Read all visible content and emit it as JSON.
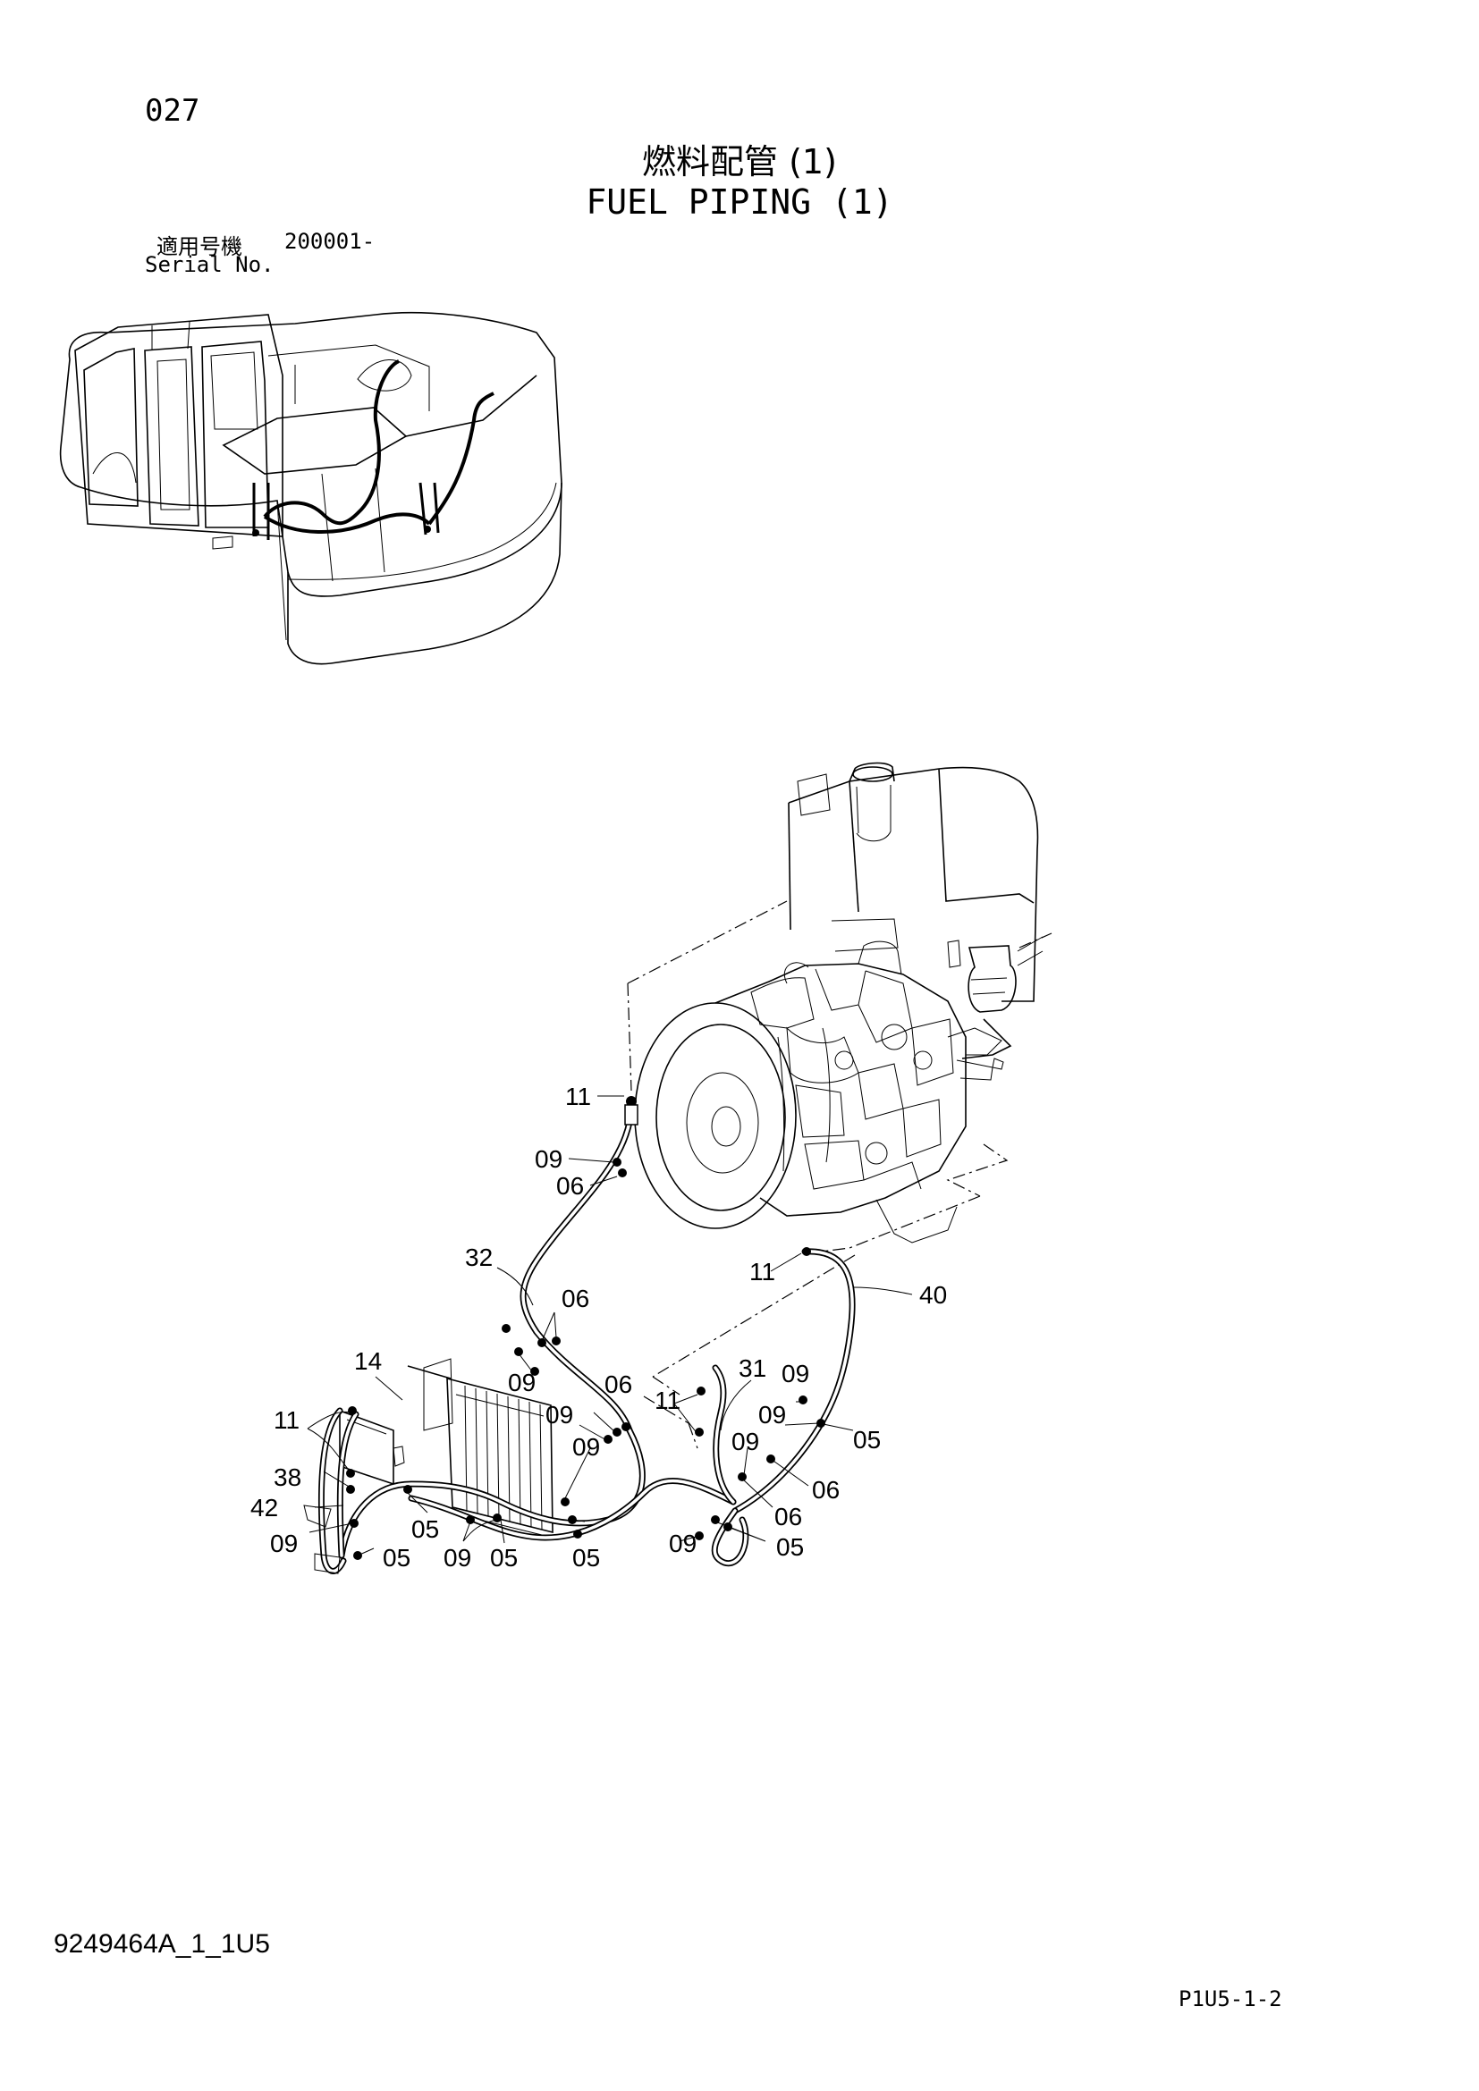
{
  "header": {
    "page_number": "027",
    "title_jp": "燃料配管 (1)",
    "title_en": "FUEL PIPING (1)",
    "serial_label_jp": "適用号機",
    "serial_value": "200001-",
    "serial_label_en": "Serial No."
  },
  "callouts": {
    "c11_top": "11",
    "c09_a": "09",
    "c06_a": "06",
    "c32": "32",
    "c06_b": "06",
    "c09_b": "09",
    "c11_mid": "11",
    "c40": "40",
    "c14": "14",
    "c11_left": "11",
    "c38": "38",
    "c42": "42",
    "c09_c": "09",
    "c05_a": "05",
    "c05_b": "05",
    "c09_d": "09",
    "c05_c": "05",
    "c06_c": "06",
    "c09_e": "09",
    "c09_f": "09",
    "c05_d": "05",
    "c11_right": "11",
    "c31": "31",
    "c09_g": "09",
    "c09_h": "09",
    "c09_i": "09",
    "c05_e": "05",
    "c06_d": "06",
    "c06_e": "06",
    "c09_j": "09",
    "c05_f": "05"
  },
  "footer": {
    "doc_code": "9249464A_1_1U5",
    "page_code": "P1U5-1-2"
  }
}
